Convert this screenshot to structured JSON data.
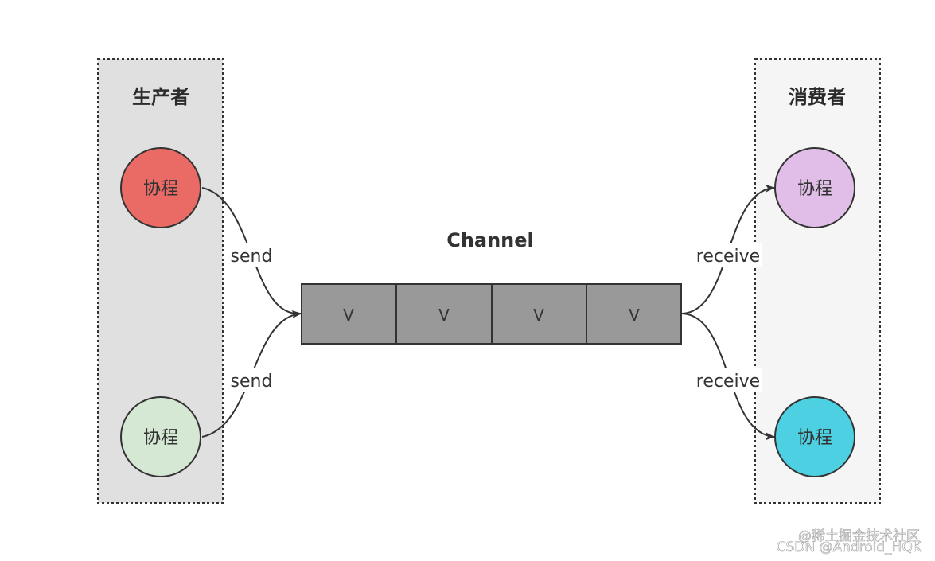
{
  "producer_group": {
    "title": "生产者",
    "fill": "#e0e0e0",
    "border": "#333333"
  },
  "consumer_group": {
    "title": "消费者",
    "fill": "#f5f5f5",
    "border": "#333333"
  },
  "nodes": {
    "producer_top": {
      "label": "协程",
      "color": "#ea6b66"
    },
    "producer_bottom": {
      "label": "协程",
      "color": "#d5e8d4"
    },
    "consumer_top": {
      "label": "协程",
      "color": "#e1bee7"
    },
    "consumer_bottom": {
      "label": "协程",
      "color": "#4dd0e1"
    }
  },
  "channel": {
    "title": "Channel",
    "fill": "#999999",
    "cells": [
      "V",
      "V",
      "V",
      "V"
    ]
  },
  "edges": {
    "send_top": "send",
    "send_bottom": "send",
    "receive_top": "receive",
    "receive_bottom": "receive"
  },
  "watermarks": {
    "juejin": "@稀土掘金技术社区",
    "csdn": "CSDN @Android_HQK"
  }
}
